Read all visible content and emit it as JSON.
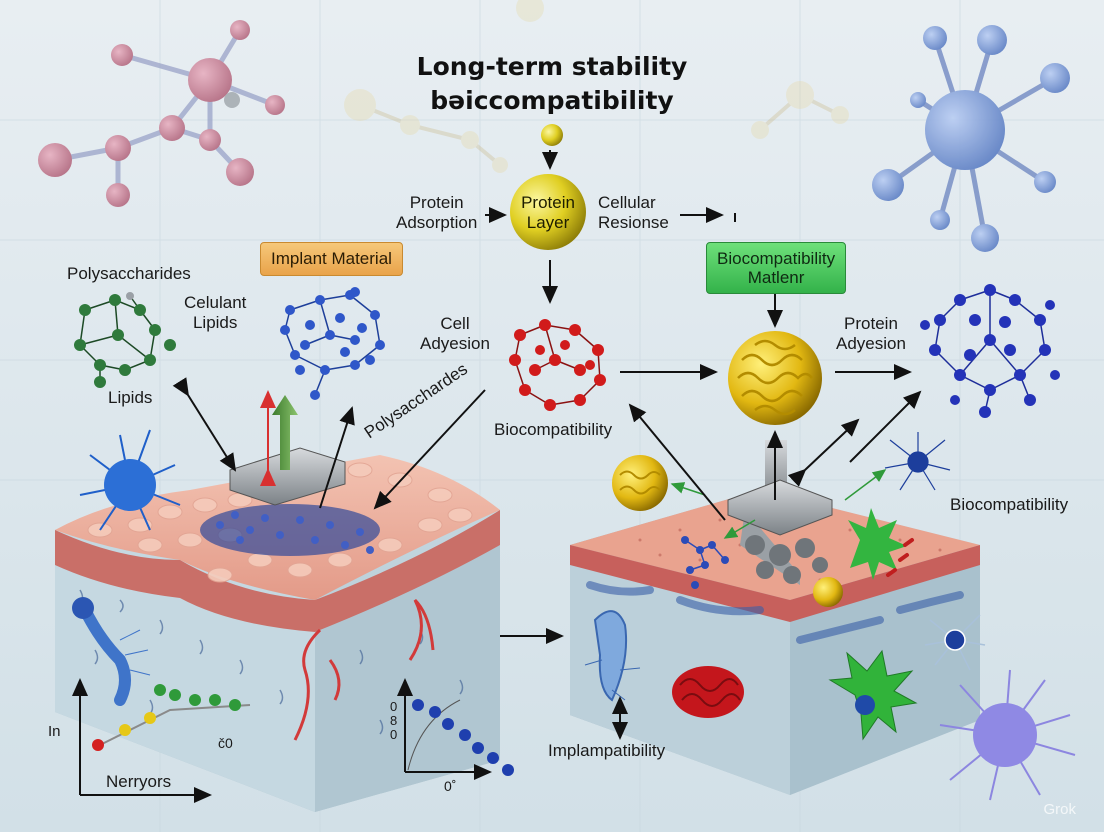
{
  "title": {
    "line1": "Long-term stability",
    "line2": "bəiccompatibility"
  },
  "labels": {
    "protein_adsorption": "Protein\nAdsorption",
    "protein_layer": "Protein\nLayer",
    "cellular_response": "Cellular\nResionse",
    "implant_material": "Implant Material",
    "biocompatibility_material": "Biocompatibility\nMatlenr",
    "polysaccharides_top": "Polysaccharides",
    "celulant_lipids": "Celulant\nLipids",
    "lipids": "Lipids",
    "cell_adyesion": "Cell\nAdyesion",
    "polysaccharides_diag": "Polysacchardes",
    "biocompatibility_center": "Biocompatibility",
    "protein_adyesion": "Protein\nAdyesion",
    "biocompatibility_right": "Biocompatibility",
    "implampatibility": "Implampatibility",
    "axis_in": "In",
    "axis_nerryors": "Nerryors",
    "axis_co": "č0",
    "axis_080": "0\n8\n0",
    "axis_0deg": "0˚",
    "watermark": "Grok"
  },
  "colors": {
    "background": "#dfe9ee",
    "tissue_top": "#e9a894",
    "tissue_side": "#b9cfd9",
    "yellow_node": "#e3d62a",
    "red_molecule": "#d11b1b",
    "blue_molecule": "#2f57c9",
    "green_molecule": "#2f7a3c",
    "arrow": "#111111"
  }
}
